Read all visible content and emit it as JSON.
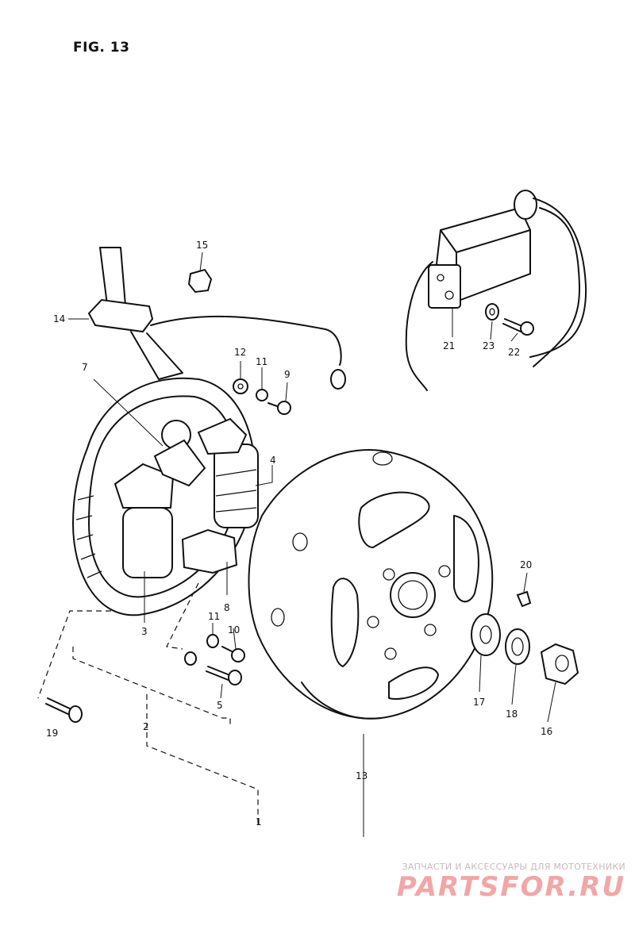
{
  "figure": {
    "title": "FIG. 13"
  },
  "parts": [
    {
      "label": "1"
    },
    {
      "label": "2"
    },
    {
      "label": "3"
    },
    {
      "label": "4"
    },
    {
      "label": "5"
    },
    {
      "label": "7"
    },
    {
      "label": "8"
    },
    {
      "label": "9"
    },
    {
      "label": "10"
    },
    {
      "label": "11"
    },
    {
      "label": "11"
    },
    {
      "label": "12"
    },
    {
      "label": "13"
    },
    {
      "label": "14"
    },
    {
      "label": "15"
    },
    {
      "label": "16"
    },
    {
      "label": "17"
    },
    {
      "label": "18"
    },
    {
      "label": "19"
    },
    {
      "label": "20"
    },
    {
      "label": "21"
    },
    {
      "label": "22"
    },
    {
      "label": "23"
    }
  ],
  "watermark": {
    "tagline": "ЗАПЧАСТИ И АКСЕССУАРЫ ДЛЯ МОТОТЕХНИКИ",
    "brand": "PARTSFOR.RU"
  }
}
